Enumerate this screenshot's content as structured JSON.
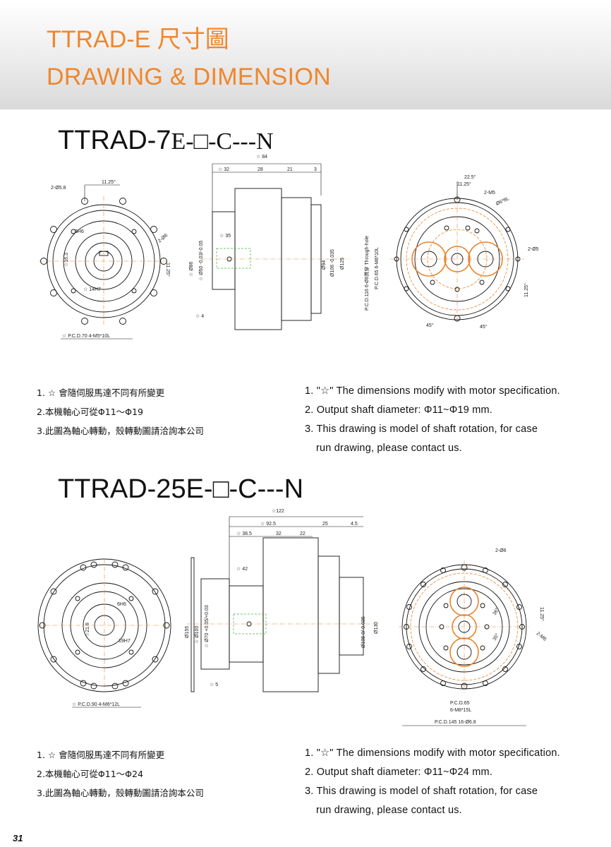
{
  "header": {
    "title_cn": "TTRAD-E 尺寸圖",
    "title_en": "DRAWING & DIMENSION"
  },
  "section1": {
    "model_prefix": "TTRAD-7",
    "model_suffix": "E-□-C---N",
    "dims": {
      "d84": "☆ 84",
      "d32": "☆ 32",
      "d28": "28",
      "d21": "21",
      "d3": "3",
      "d35": "☆ 35",
      "d4": "☆ 4",
      "hole": "2-Ø5.8",
      "ang1125": "11.25°",
      "key5": "5H6",
      "d163": "☆16.3",
      "fit14": "☆ 14H7",
      "d6": "2-Ø6",
      "ang1125b": "11.25°",
      "pcd70": "☆ P.C.D.70 4-M5*10L",
      "d86": "☆ Ø86",
      "d50": "☆ Ø50 -0.03/-0.05",
      "d94": "Ø94",
      "d106": "Ø106 -0.035",
      "d125": "Ø125",
      "pcd116": "P.C.D.116 6-Ø6貫穿 Through-hole",
      "pcd65": "P.C.D.65 6-M6*10L",
      "ang225": "22.5°",
      "ang1125c": "11.25°",
      "m5": "2-M5",
      "d6e": "Ø6*8L",
      "d5": "2-Ø5",
      "ang1125d": "11.25°",
      "ang45a": "45°",
      "ang45b": "45°"
    },
    "notes_cn": [
      "1. ☆ 會隨伺服馬達不同有所變更",
      "2.本機軸心可從Φ11～Φ19",
      "3.此圖為軸心轉動，殼轉動圖請洽詢本公司"
    ],
    "notes_en": [
      "1.  \"☆\" The dimensions modify with motor specification.",
      "2. Output shaft diameter: Φ11~Φ19 mm.",
      "3. This drawing is model of shaft rotation, for case",
      "run drawing, please contact us."
    ]
  },
  "section2": {
    "model": "TTRAD-25E-□-C---N",
    "dims": {
      "d122": "☆122",
      "d925": "☆ 92.5",
      "d25": "25",
      "d45": "4.5",
      "d385": "☆ 38.5",
      "d32": "32",
      "d22": "22",
      "d42": "☆ 42",
      "d5": "☆ 5",
      "key6": "6H6",
      "d218": "☆21.8",
      "fit19": "19H7",
      "pcd90": "☆ P.C.D.90 4-M6*12L",
      "d155": "Ø155",
      "d100": "☆ Ø100",
      "d70": "☆ Ø70 +0.05/+0.03",
      "d105": "Ø105 0/-0.035",
      "d130": "Ø130",
      "d6": "2-Ø6",
      "ang1125": "11.25°",
      "m6": "2-M6",
      "ang36": "36°",
      "ang35": "35°",
      "pcd65": "P.C.D.65",
      "m8": "6-M8*15L",
      "pcd145": "P.C.D.145 16-Ø6.8"
    },
    "notes_cn": [
      "1. ☆ 會隨伺服馬達不同有所變更",
      "2.本機軸心可從Φ11～Φ24",
      "3.此圖為軸心轉動，殼轉動圖請洽詢本公司"
    ],
    "notes_en": [
      "1.  \"☆\" The dimensions modify with motor specification.",
      "2. Output shaft diameter: Φ11~Φ24 mm.",
      "3. This drawing is model of shaft rotation, for case",
      "run drawing, please contact us."
    ]
  },
  "footer": {
    "page": "31"
  }
}
